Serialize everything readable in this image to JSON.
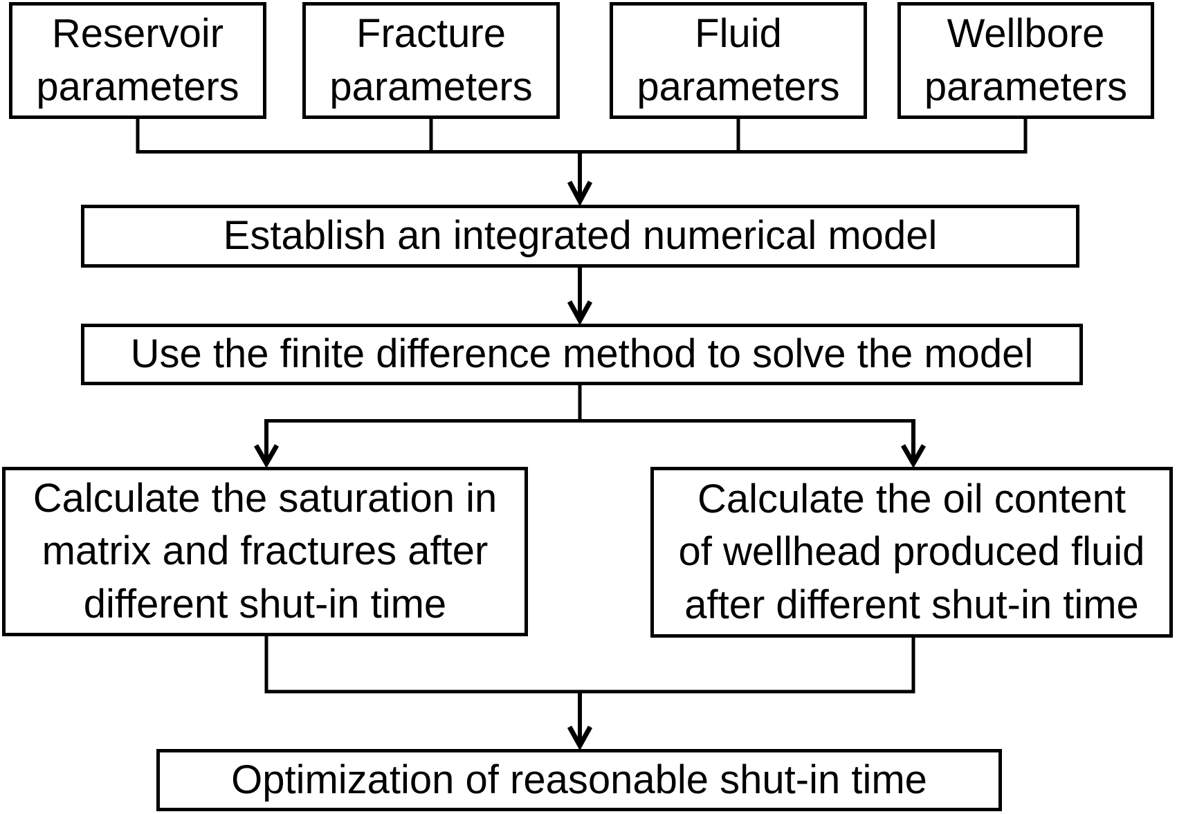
{
  "figure": {
    "type": "flowchart",
    "background_color": "#ffffff",
    "line_color": "#000000",
    "text_color": "#000000",
    "nodes": {
      "reservoir": {
        "lines": [
          "Reservoir",
          "parameters"
        ]
      },
      "fracture": {
        "lines": [
          "Fracture",
          "parameters"
        ]
      },
      "fluid": {
        "lines": [
          "Fluid",
          "parameters"
        ]
      },
      "wellbore": {
        "lines": [
          "Wellbore",
          "parameters"
        ]
      },
      "establish": {
        "lines": [
          "Establish an integrated numerical model"
        ]
      },
      "solve": {
        "lines": [
          "Use the finite difference method to solve the model"
        ]
      },
      "calc_saturation": {
        "lines": [
          "Calculate the saturation in",
          "matrix and fractures after",
          "different shut-in time"
        ]
      },
      "calc_oil": {
        "lines": [
          "Calculate the oil content",
          "of wellhead produced fluid",
          "after different shut-in time"
        ]
      },
      "optimize": {
        "lines": [
          "Optimization of reasonable shut-in time"
        ]
      }
    },
    "edges": [
      "reservoir+fracture+fluid+wellbore -> establish",
      "establish -> solve",
      "solve -> calc_saturation",
      "solve -> calc_oil",
      "calc_saturation+calc_oil -> optimize"
    ]
  }
}
